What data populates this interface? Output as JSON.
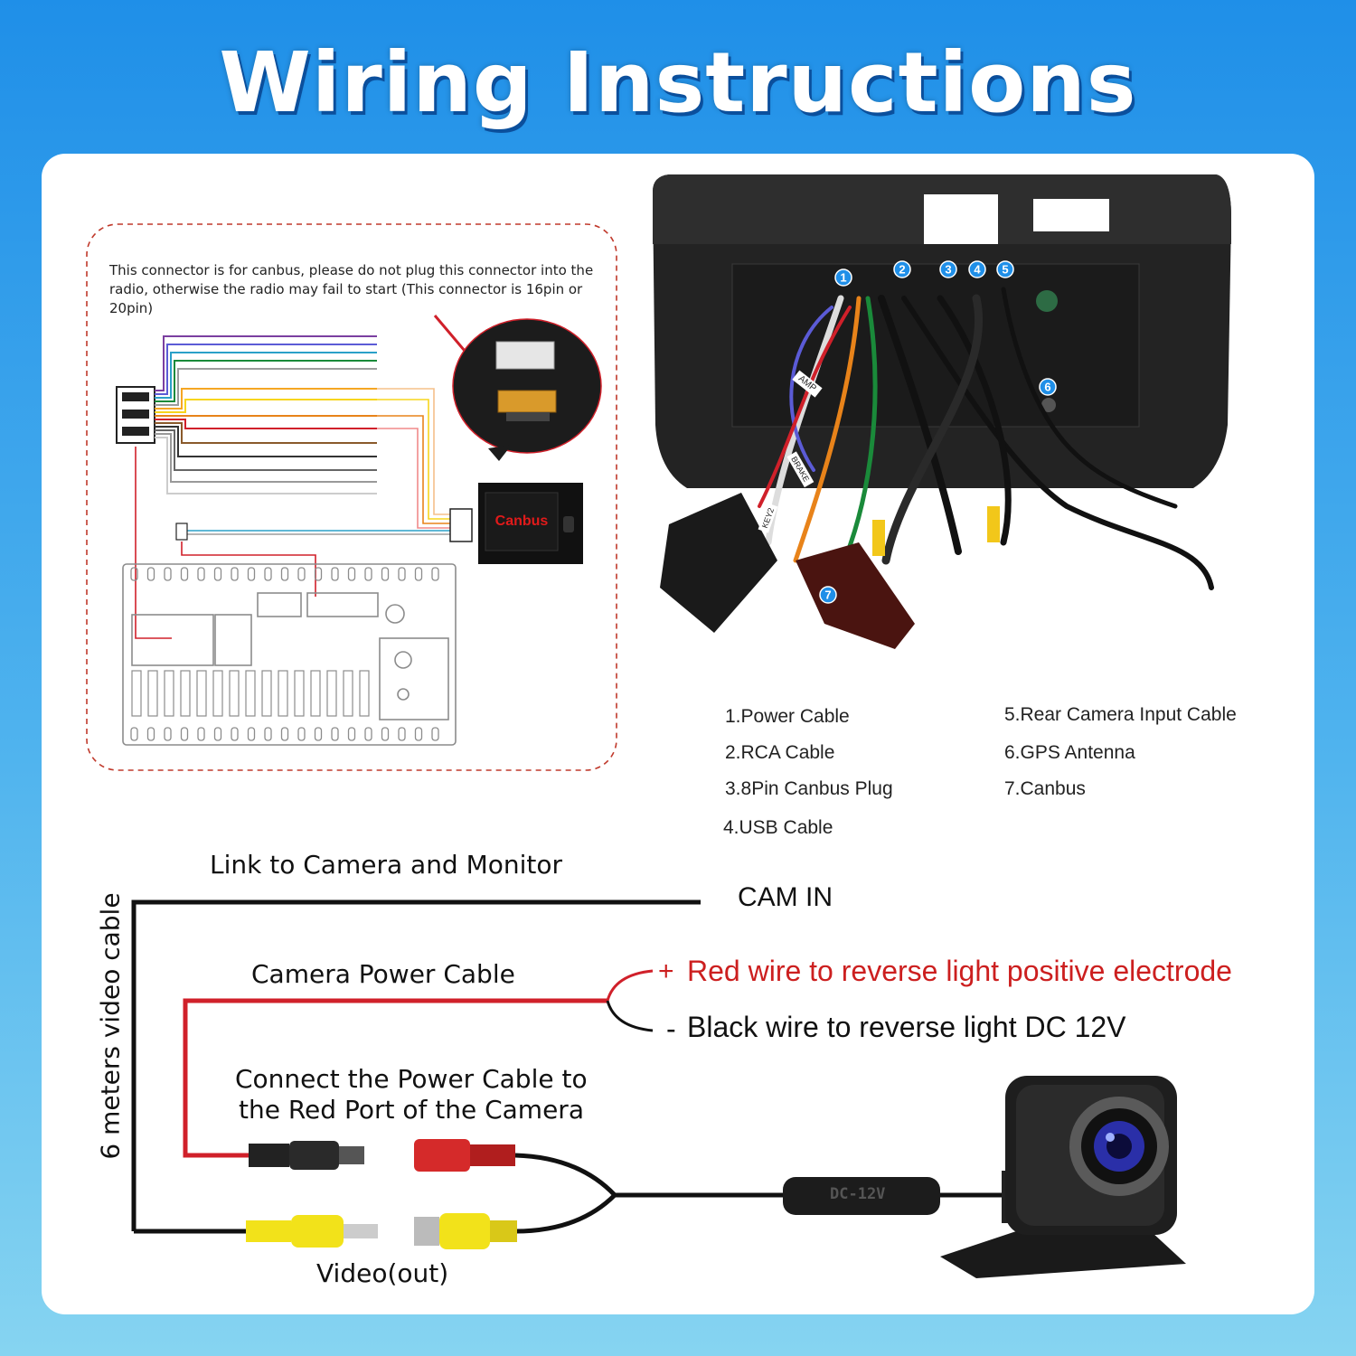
{
  "title": "Wiring Instructions",
  "canbus_note": "This connector is for canbus, please do not plug this connector into the radio, otherwise the radio may fail to start (This connector is 16pin or 20pin)",
  "canbus_box_label": "Canbus",
  "legend": {
    "left": [
      "1.Power Cable",
      "2.RCA Cable",
      "3.8Pin Canbus Plug",
      "4.USB Cable"
    ],
    "right": [
      "5.Rear Camera Input Cable",
      "6.GPS Antenna",
      "7.Canbus"
    ]
  },
  "badges": [
    "1",
    "2",
    "3",
    "4",
    "5",
    "6",
    "7"
  ],
  "harness_tags": [
    "AMP",
    "BRAKE",
    "KEY2"
  ],
  "camera_wiring": {
    "link_label": "Link to Camera and Monitor",
    "cam_in": "CAM IN",
    "power_cable": "Camera Power Cable",
    "red_sign": "+",
    "red_wire": "Red wire to reverse light positive electrode",
    "black_sign": "-",
    "black_wire": "Black wire to reverse light DC 12V",
    "connect_line1": "Connect the Power Cable to",
    "connect_line2": "the Red Port of the Camera",
    "video_out": "Video(out)",
    "cable_length": "6 meters video cable",
    "dc_label": "DC-12V"
  },
  "colors": {
    "background_top": "#1f8fe8",
    "background_bottom": "#86d4f1",
    "accent_red": "#cc1f1f",
    "rca_yellow": "#f2e21a",
    "badge_blue": "#1f8fe8"
  }
}
